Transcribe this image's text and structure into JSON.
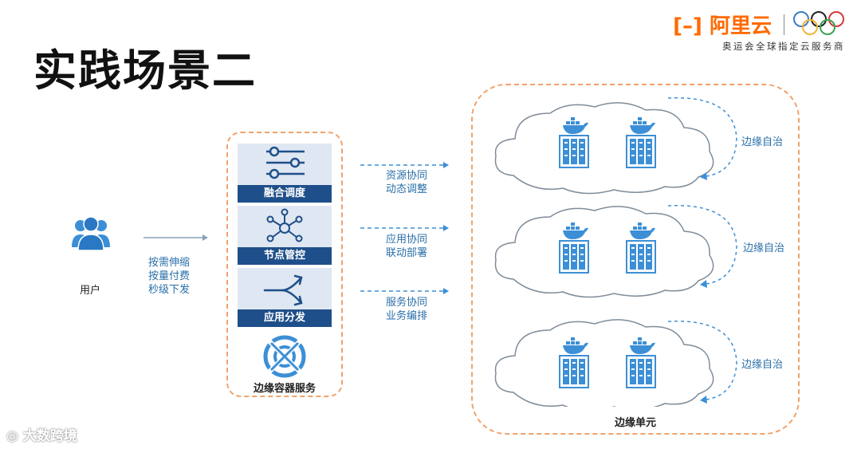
{
  "title": "实践场景二",
  "brand": {
    "logo_text": "阿里云",
    "subtitle": "奥运会全球指定云服务商",
    "color": "#ff6a00"
  },
  "user": {
    "icon": "users-icon",
    "label": "用户"
  },
  "pay_features": [
    "按需伸缩",
    "按量付费",
    "秒级下发"
  ],
  "edge_container_service": {
    "label": "边缘容器服务",
    "modules": [
      {
        "label": "融合调度",
        "icon": "sliders-icon"
      },
      {
        "label": "节点管控",
        "icon": "network-nodes-icon"
      },
      {
        "label": "应用分发",
        "icon": "fork-arrows-icon"
      }
    ],
    "service_icon": "crosshair-logo-icon"
  },
  "flows": [
    {
      "lines": [
        "资源协同",
        "动态调整"
      ]
    },
    {
      "lines": [
        "应用协同",
        "联动部署"
      ]
    },
    {
      "lines": [
        "服务协同",
        "业务编排"
      ]
    }
  ],
  "edge_unit": {
    "label": "边缘单元",
    "clouds": [
      {
        "autonomy_label": "边缘自治"
      },
      {
        "autonomy_label": "边缘自治"
      },
      {
        "autonomy_label": "边缘自治"
      }
    ]
  },
  "watermark": "大数跨境",
  "colors": {
    "accent_blue": "#2a6fa8",
    "dark_blue": "#1f4f8a",
    "tile_bg": "#dfe7f2",
    "dashed_orange": "#f2a26b"
  }
}
